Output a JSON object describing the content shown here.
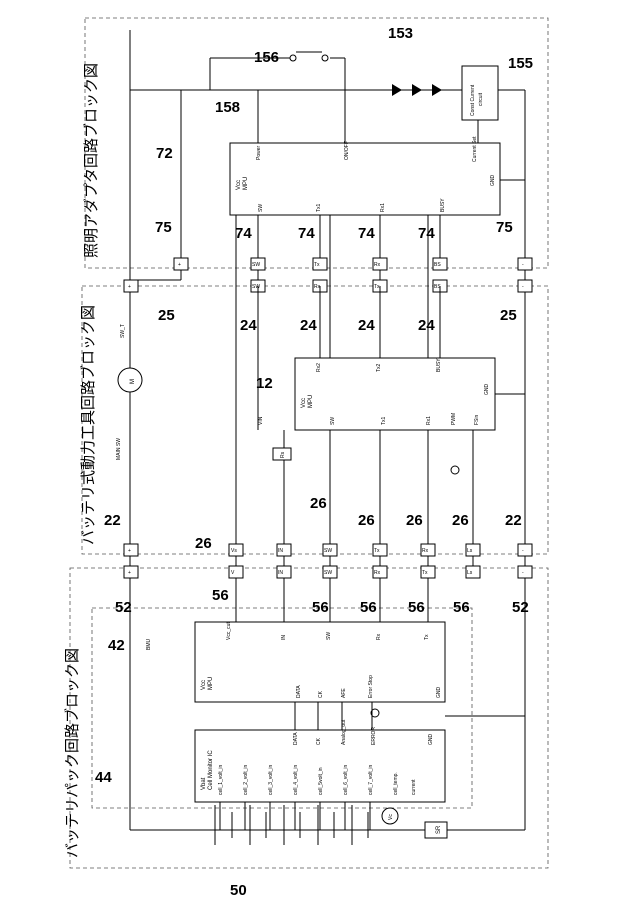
{
  "titles": {
    "battery_pack": "バッテリパック回路ブロック図",
    "power_tool": "バッテリ式動力工具回路ブロック図",
    "light_adapter": "照明アダプタ回路ブロック図"
  },
  "refs": {
    "r50": "50",
    "r44": "44",
    "r42": "42",
    "r52a": "52",
    "r52b": "52",
    "r56a": "56",
    "r56b": "56",
    "r56c": "56",
    "r56d": "56",
    "r56e": "56",
    "r26a": "26",
    "r26b": "26",
    "r26c": "26",
    "r26d": "26",
    "r26e": "26",
    "r22a": "22",
    "r22b": "22",
    "r12": "12",
    "r24a": "24",
    "r24b": "24",
    "r24c": "24",
    "r24d": "24",
    "r25a": "25",
    "r25b": "25",
    "r75a": "75",
    "r75b": "75",
    "r74a": "74",
    "r74b": "74",
    "r74c": "74",
    "r74d": "74",
    "r72": "72",
    "r158": "158",
    "r156": "156",
    "r153": "153",
    "r155": "155"
  },
  "cell_ic": {
    "title1": "Vbat",
    "title2": "Cell Monitor IC",
    "pins": [
      "cell_1_volt_in",
      "cell_2_volt_in",
      "cell_3_volt_in",
      "cell_4_volt_in",
      "cell_5volt_in",
      "cell_6_volt_in",
      "cell_7_volt_in",
      "cell_temp.",
      "current"
    ],
    "right_pins": [
      "DATA",
      "CK",
      "Analog_out",
      "ERROR",
      "GND"
    ]
  },
  "bms_mpu": {
    "label": "BMU",
    "title1": "Vcc",
    "title2": "MPU",
    "pins": [
      "Vcc_cut",
      "IN",
      "SW",
      "Rx",
      "Tx"
    ],
    "left_pins": [
      "DATA",
      "CK",
      "AFE",
      "Error Stop",
      "GND"
    ]
  },
  "tool_mpu": {
    "title1": "Vcc",
    "title2": "MPU",
    "top_pins": [
      "Rx2",
      "Tx2",
      "BUSY"
    ],
    "bottom_pins": [
      "VIN",
      "SW",
      "Tx1",
      "Rx1",
      "PWM",
      "FSin"
    ],
    "gnd": "GND",
    "main_sw": "MAIN SW",
    "sw_t": "SW_T",
    "motor": "M"
  },
  "adapter_mpu": {
    "title1": "Vcc",
    "title2": "MPU",
    "pins": [
      "Power",
      "ON/OFF",
      "Current Set",
      "GND"
    ],
    "bottom_pins": [
      "SW",
      "Tx1",
      "Rx1",
      "BUSY"
    ],
    "ccc1": "Const Current",
    "ccc2": "circuit"
  },
  "terminals": {
    "pack": [
      "+",
      "V",
      "IN",
      "SW",
      "Rx",
      "Tx",
      "Ls",
      "-"
    ],
    "tool_left": [
      "+",
      "Vs",
      "IN",
      "SW",
      "Tx",
      "Rx",
      "Ls",
      "-"
    ],
    "tool_right": [
      "+",
      "SW",
      "Rx",
      "Tx",
      "BS",
      "-"
    ],
    "adapter": [
      "+",
      "SW",
      "Tx",
      "Rx",
      "BS",
      "-"
    ]
  },
  "misc": {
    "shunt": "SR",
    "vcc_sym": "Vc",
    "res": "Rs"
  }
}
